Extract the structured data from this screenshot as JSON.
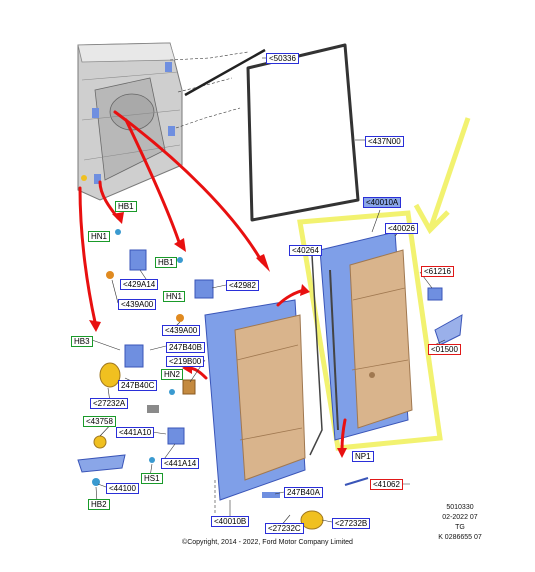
{
  "labels": {
    "p50336": "<50336",
    "p437N00": "<437N00",
    "p40010A": "<40010A",
    "p40026": "<40026",
    "p40264": "<40264",
    "p61216": "<61216",
    "p01500": "<01500",
    "pNP1": "NP1",
    "p41062": "<41062",
    "pHB1a": "HB1",
    "pHN1a": "HN1",
    "p429A14": "<429A14",
    "p439A00a": "<439A00",
    "pHB1b": "HB1",
    "pHN1b": "HN1",
    "p42982": "<42982",
    "p439A00b": "<439A00",
    "pHB3": "HB3",
    "p247B40B": "247B40B",
    "p219B00": "<219B00",
    "p247B40C": "247B40C",
    "pHN2": "HN2",
    "p27232A": "<27232A",
    "p43758": "<43758",
    "p441A10": "<441A10",
    "p441A14": "<441A14",
    "pHS1": "HS1",
    "p44100": "<44100",
    "pHB2": "HB2",
    "p247B40A": "247B40A",
    "p40010B": "<40010B",
    "p27232C": "<27232C",
    "p27232B": "<27232B"
  },
  "info": {
    "line1": "5010330",
    "line2": "02-2022 07",
    "line3": "TG",
    "line4": "K 0286655 07"
  },
  "copyright": "©Copyright, 2014 - 2022, Ford Motor Company Limited",
  "colors": {
    "label_blue": "#2a2fd8",
    "label_green": "#1a9a2a",
    "label_red": "#e01818",
    "arrow": "#e81010",
    "highlight": "#f2f270",
    "door_inner": "#7f9fe8",
    "door_outer": "#d9b48c",
    "body": "#c8c8c8"
  }
}
